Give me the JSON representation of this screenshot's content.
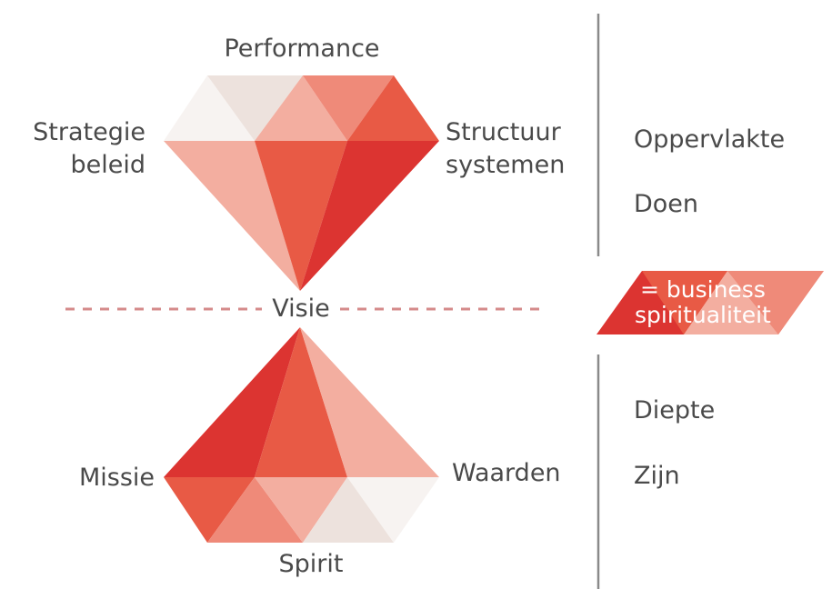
{
  "diagram": {
    "top_gem": {
      "label_top": "Performance",
      "label_left_line1": "Strategie",
      "label_left_line2": "beleid",
      "label_right_line1": "Structuur",
      "label_right_line2": "systemen"
    },
    "center_label": "Visie",
    "bottom_gem": {
      "label_left": "Missie",
      "label_right": "Waarden",
      "label_bottom": "Spirit"
    },
    "side": {
      "upper_line1": "Oppervlakte",
      "upper_line2": "Doen",
      "badge_line1": "= business",
      "badge_line2": "spiritualiteit",
      "lower_line1": "Diepte",
      "lower_line2": "Zijn"
    },
    "colors": {
      "red_dark": "#dc3431",
      "red": "#e85a45",
      "red_mid": "#ef8a79",
      "salmon": "#f3aea0",
      "pale_pink": "#ede2dd",
      "off_white": "#f7f3f1",
      "divider": "#d58b8b",
      "rule": "#8a8a8a"
    }
  }
}
